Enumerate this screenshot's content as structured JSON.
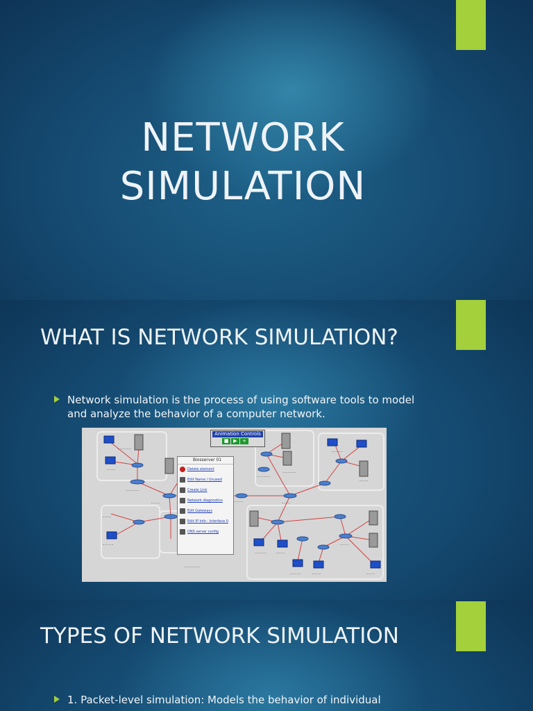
{
  "slides": [
    {
      "title": "NETWORK\nSIMULATION"
    },
    {
      "heading": "WHAT IS NETWORK SIMULATION?",
      "bullet": "Network simulation is the process of using software tools to model and analyze the behavior of a computer network.",
      "figure": {
        "animation_controls_title": "Animation Controls",
        "context_menu_title": "Biosserver 01",
        "context_menu_items": [
          "Delete element",
          "Edit Name / Unused",
          "Create Link",
          "Network diagnostics",
          "Edit Gateways",
          "Edit IP Info - Interface 0",
          "DNS server config"
        ]
      }
    },
    {
      "heading": "TYPES OF NETWORK SIMULATION",
      "bullet": "1. Packet-level simulation: Models the behavior of individual"
    }
  ],
  "icons": {
    "bullet": "green-triangle-bullet-icon",
    "accent_bar": "green-accent-bar"
  },
  "colors": {
    "accent": "#a3d03b",
    "background": "#164b72",
    "text": "#eef3f7"
  }
}
